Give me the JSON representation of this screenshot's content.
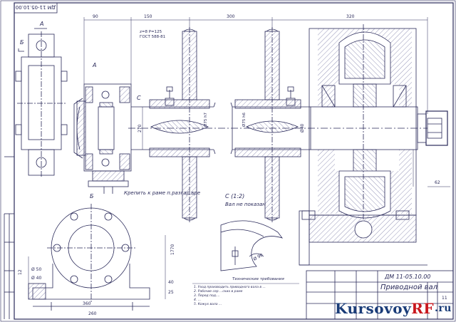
{
  "stamp": {
    "code_rotated": "ДМ 11-05.10.00",
    "code": "ДМ 11-05.10.00",
    "name": "Приводной вал",
    "sheet_no": "11"
  },
  "views": {
    "view_a": "А",
    "view_b": "Б",
    "view_c_label": "С",
    "view_c_scale": "С (1:2)",
    "view_c_note": "Вал не показан",
    "mount_note": "Крепить к раме  п.разгар.вре"
  },
  "dimensions": {
    "d1": "90",
    "d2": "150",
    "d3": "300",
    "d4": "320",
    "d5": "270",
    "d6": "Ø40",
    "d7": "Ø75 h7",
    "d8": "Ø75 h6",
    "d9": "Ø 90",
    "d10": "62",
    "d11": "Ø 50",
    "d12": "Ø 40",
    "d13": "360",
    "d14": "260",
    "d15": "40",
    "d16": "25",
    "d17": "12",
    "d18": "1770",
    "chain_note_1": "z=8  P=125",
    "chain_note_2": "ГОСТ 588-81"
  },
  "tech_requirements": {
    "title": "Технические требования",
    "items": [
      "1. Уход производить приводного вала в  ...",
      "2. Рабочие сер ...ских в раме",
      "3. Перед под....",
      "4. ...",
      "5. Кожух вала ..."
    ]
  },
  "brand": {
    "part1": "Kursovoy",
    "part2": "RF",
    "part3": ".ru"
  },
  "colors": {
    "line": "#2a2a5a",
    "hatch": "#6a6a9a",
    "brand_blue": "#1a3c78",
    "brand_red": "#c8161d"
  }
}
